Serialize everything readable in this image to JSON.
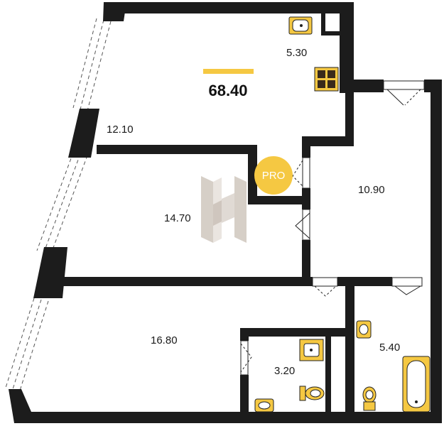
{
  "total_area": "68.40",
  "badge": {
    "text": "PRO",
    "color": "#f5c842"
  },
  "rooms": [
    {
      "id": "kitchen",
      "area": "12.10"
    },
    {
      "id": "storage",
      "area": "5.30"
    },
    {
      "id": "bedroom",
      "area": "14.70"
    },
    {
      "id": "hallway",
      "area": "10.90"
    },
    {
      "id": "living",
      "area": "16.80"
    },
    {
      "id": "toilet",
      "area": "3.20"
    },
    {
      "id": "bathroom",
      "area": "5.40"
    }
  ],
  "colors": {
    "wall": "#1c1c1c",
    "fixture": "#f5c842",
    "accent": "#f5c842",
    "watermark": "#d9d2cb"
  },
  "icons": [
    "sink-icon",
    "stove-icon",
    "toilet-icon",
    "bathtub-icon",
    "door-icon",
    "window-icon",
    "watermark-logo"
  ]
}
